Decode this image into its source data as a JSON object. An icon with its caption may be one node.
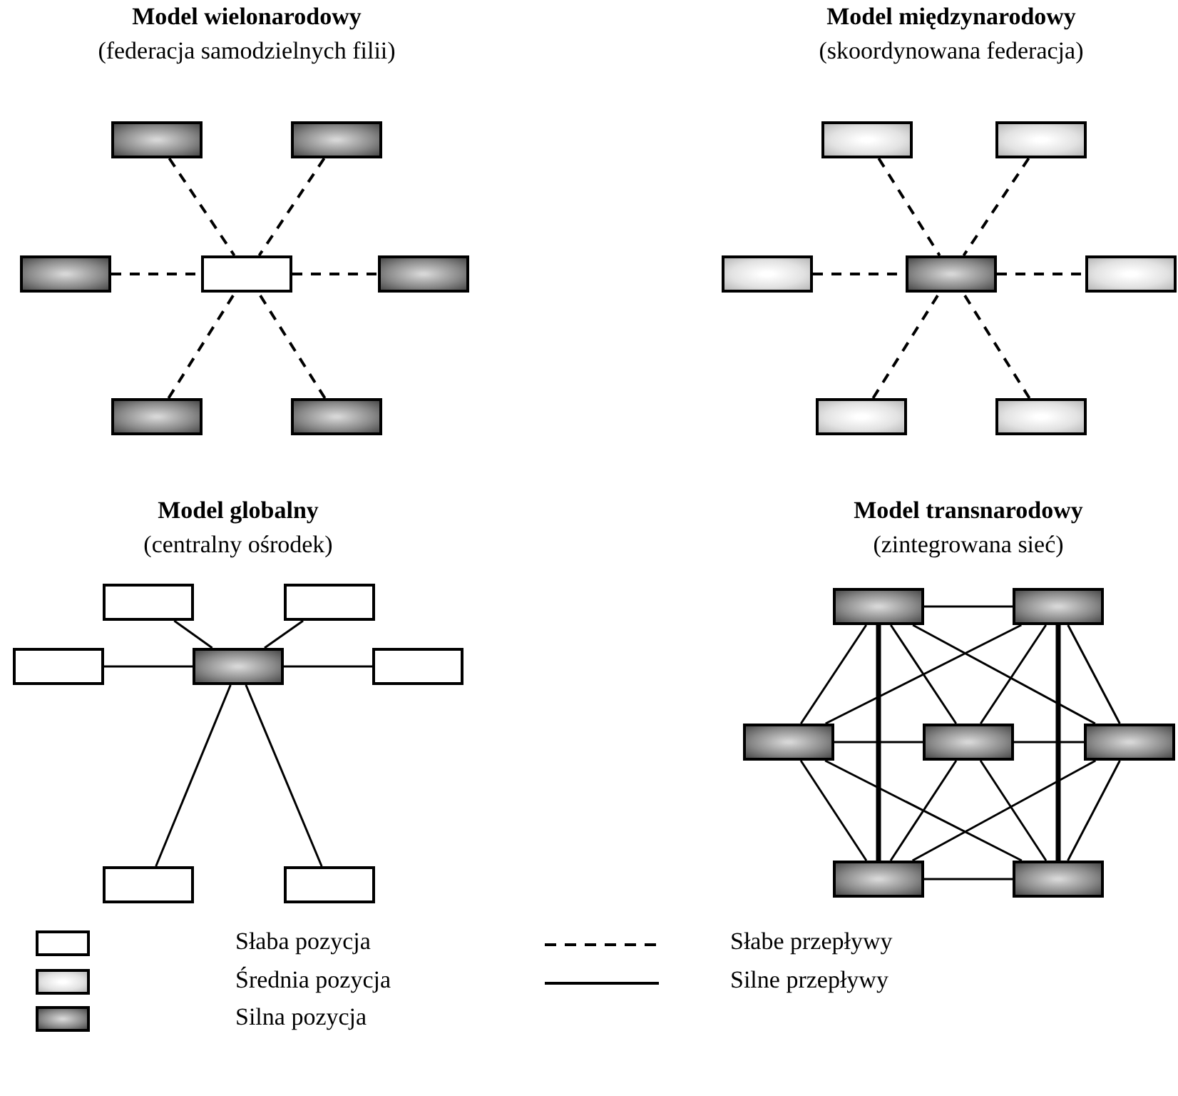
{
  "diagram": {
    "nodes": [
      {
        "text": [],
        "shape": "box"
      },
      {
        "text": [],
        "shape": "box"
      },
      {
        "text": [],
        "shape": "box"
      },
      {
        "text": [],
        "shape": "box"
      },
      {
        "text": [],
        "shape": "box"
      },
      {
        "text": [],
        "shape": "box"
      },
      {
        "text": [],
        "shape": "box"
      },
      {
        "text": [],
        "shape": "box"
      },
      {
        "text": [],
        "shape": "box"
      },
      {
        "text": [],
        "shape": "box"
      },
      {
        "text": [],
        "shape": "box"
      },
      {
        "text": [],
        "shape": "box"
      },
      {
        "text": [],
        "shape": "box"
      },
      {
        "text": [],
        "shape": "box"
      },
      {
        "text": [],
        "shape": "box"
      },
      {
        "text": [],
        "shape": "box"
      },
      {
        "text": [],
        "shape": "box"
      },
      {
        "text": [],
        "shape": "box"
      },
      {
        "text": [],
        "shape": "box"
      },
      {
        "text": [],
        "shape": "box"
      },
      {
        "text": [],
        "shape": "box"
      },
      {
        "text": [],
        "shape": "box"
      },
      {
        "text": [],
        "shape": "box"
      },
      {
        "text": [],
        "shape": "box"
      },
      {
        "text": [],
        "shape": "box"
      },
      {
        "text": [],
        "shape": "box"
      },
      {
        "text": [],
        "shape": "box"
      },
      {
        "text": [],
        "shape": "box"
      }
    ],
    "edges": [
      {
        "from": 0,
        "to": 3,
        "arrow": "none",
        "style": "dashed"
      },
      {
        "from": 1,
        "to": 3,
        "arrow": "none",
        "style": "dashed"
      },
      {
        "from": 2,
        "to": 3,
        "arrow": "none",
        "style": "dashed"
      },
      {
        "from": 3,
        "to": 4,
        "arrow": "none",
        "style": "dashed"
      },
      {
        "from": 5,
        "to": 3,
        "arrow": "none",
        "style": "dashed"
      },
      {
        "from": 6,
        "to": 3,
        "arrow": "none",
        "style": "dashed"
      },
      {
        "from": 7,
        "to": 10,
        "arrow": "none",
        "style": "dashed"
      },
      {
        "from": 8,
        "to": 10,
        "arrow": "none",
        "style": "dashed"
      },
      {
        "from": 9,
        "to": 10,
        "arrow": "none",
        "style": "dashed"
      },
      {
        "from": 10,
        "to": 11,
        "arrow": "none",
        "style": "dashed"
      },
      {
        "from": 12,
        "to": 10,
        "arrow": "none",
        "style": "dashed"
      },
      {
        "from": 13,
        "to": 10,
        "arrow": "none",
        "style": "dashed"
      },
      {
        "from": 14,
        "to": 17,
        "arrow": "none"
      },
      {
        "from": 15,
        "to": 17,
        "arrow": "none"
      },
      {
        "from": 16,
        "to": 17,
        "arrow": "none"
      },
      {
        "from": 17,
        "to": 18,
        "arrow": "none"
      },
      {
        "from": 19,
        "to": 17,
        "arrow": "none"
      },
      {
        "from": 20,
        "to": 17,
        "arrow": "none"
      },
      {
        "from": 21,
        "to": 22,
        "arrow": "none"
      },
      {
        "from": 26,
        "to": 27,
        "arrow": "none"
      },
      {
        "from": 21,
        "to": 26,
        "arrow": "none",
        "style": "thick"
      },
      {
        "from": 22,
        "to": 27,
        "arrow": "none",
        "style": "thick"
      },
      {
        "from": 21,
        "to": 23,
        "arrow": "none"
      },
      {
        "from": 21,
        "to": 24,
        "arrow": "none"
      },
      {
        "from": 21,
        "to": 25,
        "arrow": "none"
      },
      {
        "from": 22,
        "to": 23,
        "arrow": "none"
      },
      {
        "from": 22,
        "to": 24,
        "arrow": "none"
      },
      {
        "from": 22,
        "to": 25,
        "arrow": "none"
      },
      {
        "from": 23,
        "to": 24,
        "arrow": "none"
      },
      {
        "from": 24,
        "to": 25,
        "arrow": "none"
      },
      {
        "from": 26,
        "to": 23,
        "arrow": "none"
      },
      {
        "from": 26,
        "to": 24,
        "arrow": "none"
      },
      {
        "from": 26,
        "to": 25,
        "arrow": "none"
      },
      {
        "from": 27,
        "to": 23,
        "arrow": "none"
      },
      {
        "from": 27,
        "to": 24,
        "arrow": "none"
      },
      {
        "from": 27,
        "to": 25,
        "arrow": "none"
      }
    ],
    "labels": [
      "Model wielonarodowy",
      "(federacja samodzielnych filii)",
      "Model międzynarodowy",
      "(skoordynowana federacja)",
      "Model globalny",
      "(centralny ośrodek)",
      "Model transnarodowy",
      "(zintegrowana sieć)"
    ],
    "legend": [
      {
        "text": "Słaba pozycja"
      },
      {
        "text": "Średnia pozycja"
      },
      {
        "text": "Silna pozycja"
      },
      {
        "text": "Słabe przepływy"
      },
      {
        "text": "Silne przepływy"
      }
    ]
  }
}
